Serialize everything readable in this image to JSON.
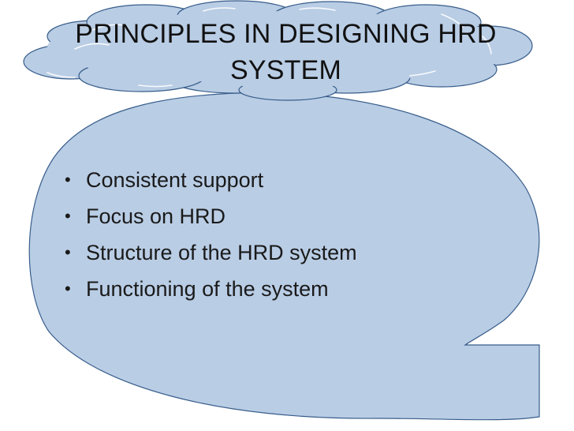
{
  "slide": {
    "title": "PRINCIPLES IN DESIGNING HRD SYSTEM",
    "bullet_marker": "•",
    "bullets": [
      "Consistent support",
      "Focus on HRD",
      "Structure of the HRD system",
      "Functioning of the system"
    ]
  },
  "colors": {
    "shape_fill": "#b9cde5",
    "shape_outline": "#385d8a",
    "background": "#ffffff"
  }
}
